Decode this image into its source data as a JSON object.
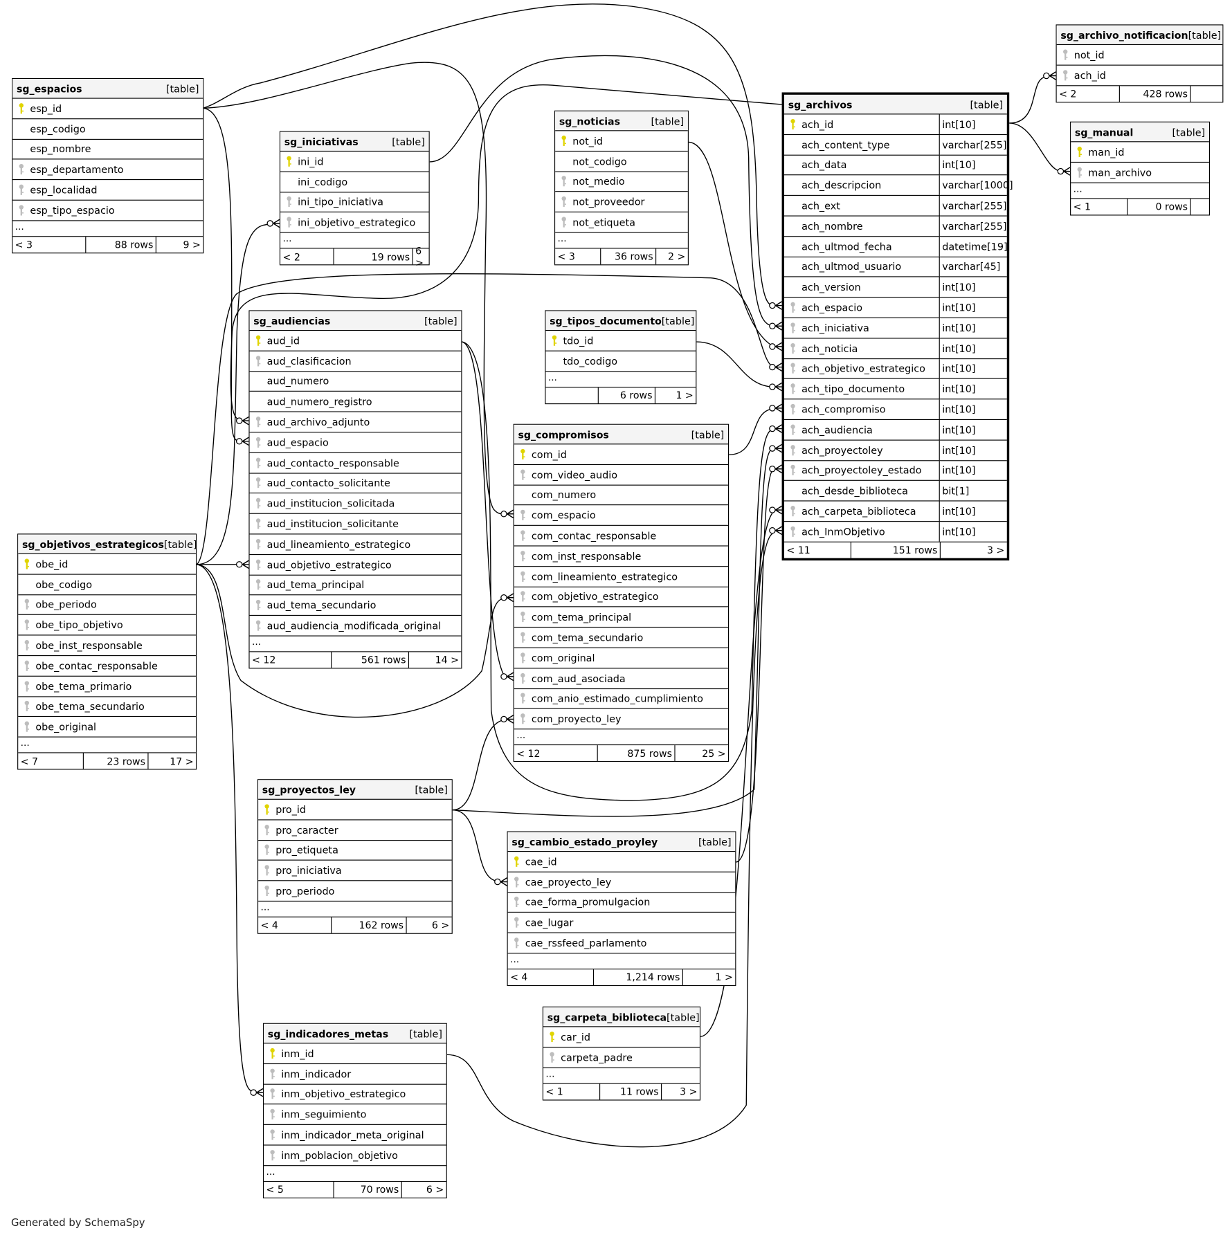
{
  "colors": {
    "primary_key": "#e0d400",
    "foreign_key": "#bdbdbd",
    "header_bg": "#f4f4f4",
    "line": "#000000"
  },
  "table_type_label": "[table]",
  "ellipsis": "...",
  "footer_text": "Generated by SchemaSpy",
  "tables": [
    {
      "name": "sg_espacios",
      "columns": [
        {
          "name": "esp_id",
          "key": "pk"
        },
        {
          "name": "esp_codigo",
          "key": ""
        },
        {
          "name": "esp_nombre",
          "key": ""
        },
        {
          "name": "esp_departamento",
          "key": "fk"
        },
        {
          "name": "esp_localidad",
          "key": "fk"
        },
        {
          "name": "esp_tipo_espacio",
          "key": "fk"
        }
      ],
      "more": true,
      "parents": "< 3",
      "rows": "88 rows",
      "children": "9 >"
    },
    {
      "name": "sg_iniciativas",
      "columns": [
        {
          "name": "ini_id",
          "key": "pk"
        },
        {
          "name": "ini_codigo",
          "key": ""
        },
        {
          "name": "ini_tipo_iniciativa",
          "key": "fk"
        },
        {
          "name": "ini_objetivo_estrategico",
          "key": "fk"
        }
      ],
      "more": true,
      "parents": "< 2",
      "rows": "19 rows",
      "children": "6 >"
    },
    {
      "name": "sg_noticias",
      "columns": [
        {
          "name": "not_id",
          "key": "pk"
        },
        {
          "name": "not_codigo",
          "key": ""
        },
        {
          "name": "not_medio",
          "key": "fk"
        },
        {
          "name": "not_proveedor",
          "key": "fk"
        },
        {
          "name": "not_etiqueta",
          "key": "fk"
        }
      ],
      "more": true,
      "parents": "< 3",
      "rows": "36 rows",
      "children": "2 >"
    },
    {
      "name": "sg_archivos",
      "focus": true,
      "columns": [
        {
          "name": "ach_id",
          "key": "pk",
          "type": "int[10]"
        },
        {
          "name": "ach_content_type",
          "key": "",
          "type": "varchar[255]"
        },
        {
          "name": "ach_data",
          "key": "",
          "type": "int[10]"
        },
        {
          "name": "ach_descripcion",
          "key": "",
          "type": "varchar[1000]"
        },
        {
          "name": "ach_ext",
          "key": "",
          "type": "varchar[255]"
        },
        {
          "name": "ach_nombre",
          "key": "",
          "type": "varchar[255]"
        },
        {
          "name": "ach_ultmod_fecha",
          "key": "",
          "type": "datetime[19]"
        },
        {
          "name": "ach_ultmod_usuario",
          "key": "",
          "type": "varchar[45]"
        },
        {
          "name": "ach_version",
          "key": "",
          "type": "int[10]"
        },
        {
          "name": "ach_espacio",
          "key": "fk",
          "type": "int[10]"
        },
        {
          "name": "ach_iniciativa",
          "key": "fk",
          "type": "int[10]"
        },
        {
          "name": "ach_noticia",
          "key": "fk",
          "type": "int[10]"
        },
        {
          "name": "ach_objetivo_estrategico",
          "key": "fk",
          "type": "int[10]"
        },
        {
          "name": "ach_tipo_documento",
          "key": "fk",
          "type": "int[10]"
        },
        {
          "name": "ach_compromiso",
          "key": "fk",
          "type": "int[10]"
        },
        {
          "name": "ach_audiencia",
          "key": "fk",
          "type": "int[10]"
        },
        {
          "name": "ach_proyectoley",
          "key": "fk",
          "type": "int[10]"
        },
        {
          "name": "ach_proyectoley_estado",
          "key": "fk",
          "type": "int[10]"
        },
        {
          "name": "ach_desde_biblioteca",
          "key": "",
          "type": "bit[1]"
        },
        {
          "name": "ach_carpeta_biblioteca",
          "key": "fk",
          "type": "int[10]"
        },
        {
          "name": "ach_InmObjetivo",
          "key": "fk",
          "type": "int[10]"
        }
      ],
      "more": false,
      "parents": "< 11",
      "rows": "151 rows",
      "children": "3 >"
    },
    {
      "name": "sg_archivo_notificacion",
      "columns": [
        {
          "name": "not_id",
          "key": "fk"
        },
        {
          "name": "ach_id",
          "key": "fk"
        }
      ],
      "more": false,
      "parents": "< 2",
      "rows": "428 rows",
      "children": ""
    },
    {
      "name": "sg_manual",
      "columns": [
        {
          "name": "man_id",
          "key": "pk"
        },
        {
          "name": "man_archivo",
          "key": "fk"
        }
      ],
      "more": true,
      "parents": "< 1",
      "rows": "0 rows",
      "children": ""
    },
    {
      "name": "sg_audiencias",
      "columns": [
        {
          "name": "aud_id",
          "key": "pk"
        },
        {
          "name": "aud_clasificacion",
          "key": "fk"
        },
        {
          "name": "aud_numero",
          "key": ""
        },
        {
          "name": "aud_numero_registro",
          "key": ""
        },
        {
          "name": "aud_archivo_adjunto",
          "key": "fk"
        },
        {
          "name": "aud_espacio",
          "key": "fk"
        },
        {
          "name": "aud_contacto_responsable",
          "key": "fk"
        },
        {
          "name": "aud_contacto_solicitante",
          "key": "fk"
        },
        {
          "name": "aud_institucion_solicitada",
          "key": "fk"
        },
        {
          "name": "aud_institucion_solicitante",
          "key": "fk"
        },
        {
          "name": "aud_lineamiento_estrategico",
          "key": "fk"
        },
        {
          "name": "aud_objetivo_estrategico",
          "key": "fk"
        },
        {
          "name": "aud_tema_principal",
          "key": "fk"
        },
        {
          "name": "aud_tema_secundario",
          "key": "fk"
        },
        {
          "name": "aud_audiencia_modificada_original",
          "key": "fk"
        }
      ],
      "more": true,
      "parents": "< 12",
      "rows": "561 rows",
      "children": "14 >"
    },
    {
      "name": "sg_tipos_documento",
      "columns": [
        {
          "name": "tdo_id",
          "key": "pk"
        },
        {
          "name": "tdo_codigo",
          "key": ""
        }
      ],
      "more": true,
      "parents": "",
      "rows": "6 rows",
      "children": "1 >"
    },
    {
      "name": "sg_objetivos_estrategicos",
      "columns": [
        {
          "name": "obe_id",
          "key": "pk"
        },
        {
          "name": "obe_codigo",
          "key": ""
        },
        {
          "name": "obe_periodo",
          "key": "fk"
        },
        {
          "name": "obe_tipo_objetivo",
          "key": "fk"
        },
        {
          "name": "obe_inst_responsable",
          "key": "fk"
        },
        {
          "name": "obe_contac_responsable",
          "key": "fk"
        },
        {
          "name": "obe_tema_primario",
          "key": "fk"
        },
        {
          "name": "obe_tema_secundario",
          "key": "fk"
        },
        {
          "name": "obe_original",
          "key": "fk"
        }
      ],
      "more": true,
      "parents": "< 7",
      "rows": "23 rows",
      "children": "17 >"
    },
    {
      "name": "sg_compromisos",
      "columns": [
        {
          "name": "com_id",
          "key": "pk"
        },
        {
          "name": "com_video_audio",
          "key": "fk"
        },
        {
          "name": "com_numero",
          "key": ""
        },
        {
          "name": "com_espacio",
          "key": "fk"
        },
        {
          "name": "com_contac_responsable",
          "key": "fk"
        },
        {
          "name": "com_inst_responsable",
          "key": "fk"
        },
        {
          "name": "com_lineamiento_estrategico",
          "key": "fk"
        },
        {
          "name": "com_objetivo_estrategico",
          "key": "fk"
        },
        {
          "name": "com_tema_principal",
          "key": "fk"
        },
        {
          "name": "com_tema_secundario",
          "key": "fk"
        },
        {
          "name": "com_original",
          "key": "fk"
        },
        {
          "name": "com_aud_asociada",
          "key": "fk"
        },
        {
          "name": "com_anio_estimado_cumplimiento",
          "key": "fk"
        },
        {
          "name": "com_proyecto_ley",
          "key": "fk"
        }
      ],
      "more": true,
      "parents": "< 12",
      "rows": "875 rows",
      "children": "25 >"
    },
    {
      "name": "sg_proyectos_ley",
      "columns": [
        {
          "name": "pro_id",
          "key": "pk"
        },
        {
          "name": "pro_caracter",
          "key": "fk"
        },
        {
          "name": "pro_etiqueta",
          "key": "fk"
        },
        {
          "name": "pro_iniciativa",
          "key": "fk"
        },
        {
          "name": "pro_periodo",
          "key": "fk"
        }
      ],
      "more": true,
      "parents": "< 4",
      "rows": "162 rows",
      "children": "6 >"
    },
    {
      "name": "sg_cambio_estado_proyley",
      "columns": [
        {
          "name": "cae_id",
          "key": "pk"
        },
        {
          "name": "cae_proyecto_ley",
          "key": "fk"
        },
        {
          "name": "cae_forma_promulgacion",
          "key": "fk"
        },
        {
          "name": "cae_lugar",
          "key": "fk"
        },
        {
          "name": "cae_rssfeed_parlamento",
          "key": "fk"
        }
      ],
      "more": true,
      "parents": "< 4",
      "rows": "1,214 rows",
      "children": "1 >"
    },
    {
      "name": "sg_carpeta_biblioteca",
      "columns": [
        {
          "name": "car_id",
          "key": "pk"
        },
        {
          "name": "carpeta_padre",
          "key": "fk"
        }
      ],
      "more": true,
      "parents": "< 1",
      "rows": "11 rows",
      "children": "3 >"
    },
    {
      "name": "sg_indicadores_metas",
      "columns": [
        {
          "name": "inm_id",
          "key": "pk"
        },
        {
          "name": "inm_indicador",
          "key": "fk"
        },
        {
          "name": "inm_objetivo_estrategico",
          "key": "fk"
        },
        {
          "name": "inm_seguimiento",
          "key": "fk"
        },
        {
          "name": "inm_indicador_meta_original",
          "key": "fk"
        },
        {
          "name": "inm_poblacion_objetivo",
          "key": "fk"
        }
      ],
      "more": true,
      "parents": "< 5",
      "rows": "70 rows",
      "children": "6 >"
    }
  ]
}
